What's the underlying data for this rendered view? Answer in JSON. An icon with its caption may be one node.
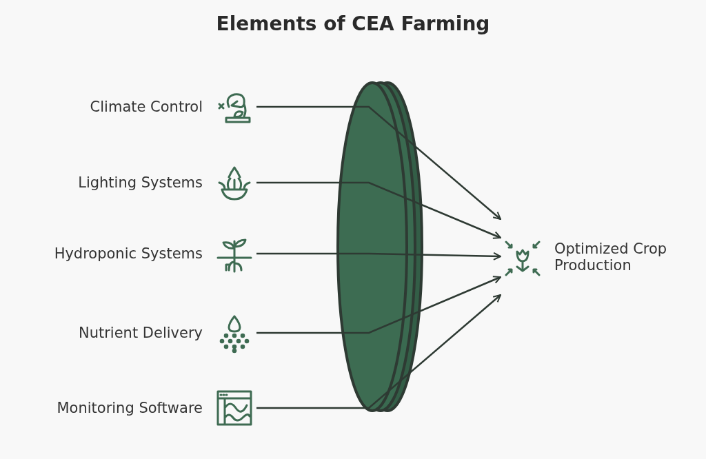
{
  "diagram": {
    "title": "Elements of CEA Farming",
    "nodes": [
      {
        "text": [
          "Climate Control"
        ]
      },
      {
        "text": [
          "Lighting Systems"
        ]
      },
      {
        "text": [
          "Hydroponic Systems"
        ]
      },
      {
        "text": [
          "Nutrient Delivery"
        ]
      },
      {
        "text": [
          "Monitoring Software"
        ]
      },
      {
        "text": [
          "Optimized Crop Production"
        ]
      }
    ],
    "edges": [
      {
        "from": 0,
        "to": 5,
        "arrow": "to"
      },
      {
        "from": 1,
        "to": 5,
        "arrow": "to"
      },
      {
        "from": 2,
        "to": 5,
        "arrow": "to"
      },
      {
        "from": 3,
        "to": 5,
        "arrow": "to"
      },
      {
        "from": 4,
        "to": 5,
        "arrow": "to"
      }
    ]
  }
}
